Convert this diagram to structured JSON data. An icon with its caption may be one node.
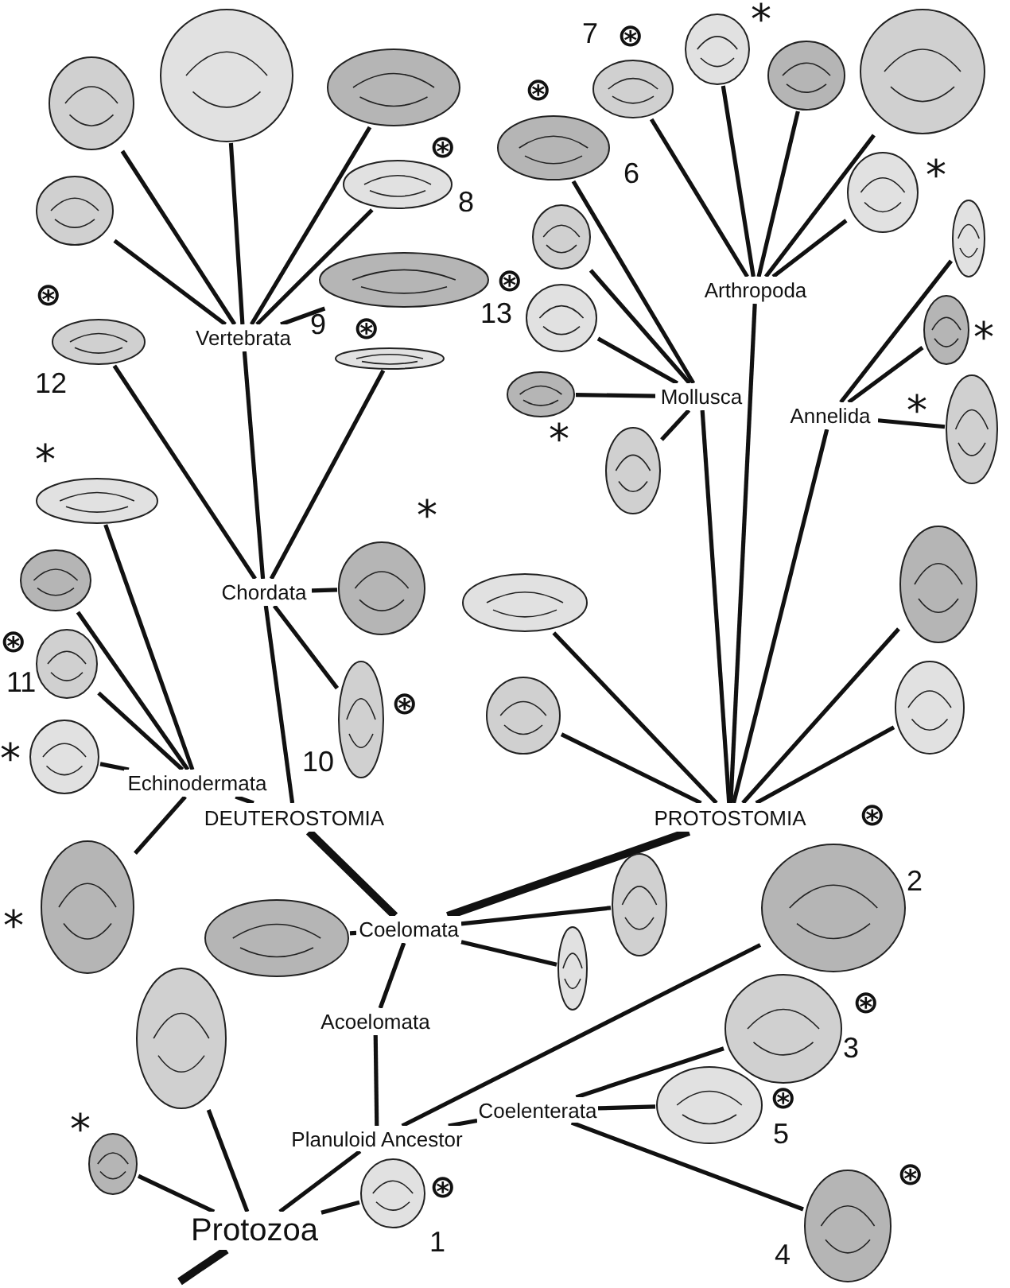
{
  "diagram": {
    "nodes": [
      {
        "text": [
          "Protozoa"
        ]
      },
      {
        "text": [
          "Planuloid Ancestor"
        ]
      },
      {
        "text": [
          "Coelenterata"
        ]
      },
      {
        "text": [
          "Acoelomata"
        ]
      },
      {
        "text": [
          "Coelomata"
        ]
      },
      {
        "text": [
          "DEUTEROSTOMIA"
        ]
      },
      {
        "text": [
          "PROTOSTOMIA"
        ]
      },
      {
        "text": [
          "Echinodermata"
        ]
      },
      {
        "text": [
          "Chordata"
        ]
      },
      {
        "text": [
          "Vertebrata"
        ]
      },
      {
        "text": [
          "Arthropoda"
        ]
      },
      {
        "text": [
          "Mollusca"
        ]
      },
      {
        "text": [
          "Annelida"
        ]
      },
      {
        "text": [],
        "shape": "picture"
      },
      {
        "text": [],
        "shape": "picture"
      },
      {
        "text": [],
        "shape": "picture"
      },
      {
        "text": [],
        "shape": "picture"
      },
      {
        "text": [],
        "shape": "picture",
        "beside": [
          "⊛",
          "8"
        ]
      },
      {
        "text": [],
        "shape": "picture",
        "beside": [
          "⊛",
          "9"
        ]
      },
      {
        "text": [],
        "shape": "picture",
        "beside": [
          "⊛",
          "12"
        ]
      },
      {
        "text": [],
        "shape": "picture"
      },
      {
        "text": [],
        "shape": "picture",
        "beside": [
          "*"
        ]
      },
      {
        "text": [],
        "shape": "picture",
        "beside": [
          "⊛",
          "10"
        ]
      },
      {
        "text": [],
        "shape": "picture",
        "beside": [
          "*"
        ]
      },
      {
        "text": [],
        "shape": "picture"
      },
      {
        "text": [],
        "shape": "picture",
        "beside": [
          "⊛",
          "11"
        ]
      },
      {
        "text": [],
        "shape": "picture",
        "beside": [
          "*"
        ]
      },
      {
        "text": [],
        "shape": "picture",
        "beside": [
          "*"
        ]
      },
      {
        "text": [],
        "shape": "picture",
        "beside": [
          "7",
          "⊛"
        ]
      },
      {
        "text": [],
        "shape": "picture",
        "beside": [
          "*"
        ]
      },
      {
        "text": [],
        "shape": "picture"
      },
      {
        "text": [],
        "shape": "picture"
      },
      {
        "text": [],
        "shape": "picture",
        "beside": [
          "*"
        ]
      },
      {
        "text": [],
        "shape": "picture",
        "beside": [
          "⊛",
          "6"
        ]
      },
      {
        "text": [],
        "shape": "picture",
        "beside": [
          "⊛",
          "13"
        ]
      },
      {
        "text": [],
        "shape": "picture"
      },
      {
        "text": [],
        "shape": "picture",
        "beside": [
          "*"
        ]
      },
      {
        "text": [],
        "shape": "picture"
      },
      {
        "text": [],
        "shape": "picture"
      },
      {
        "text": [],
        "shape": "picture",
        "beside": [
          "*"
        ]
      },
      {
        "text": [],
        "shape": "picture",
        "beside": [
          "*"
        ]
      },
      {
        "text": [],
        "shape": "picture"
      },
      {
        "text": [],
        "shape": "picture"
      },
      {
        "text": [],
        "shape": "picture"
      },
      {
        "text": [],
        "shape": "picture"
      },
      {
        "text": [],
        "shape": "picture"
      },
      {
        "text": [],
        "shape": "picture"
      },
      {
        "text": [],
        "shape": "picture"
      },
      {
        "text": [],
        "shape": "picture",
        "beside": [
          "⊛",
          "2"
        ]
      },
      {
        "text": [],
        "shape": "picture",
        "beside": [
          "⊛",
          "3"
        ]
      },
      {
        "text": [],
        "shape": "picture",
        "beside": [
          "⊛",
          "5"
        ]
      },
      {
        "text": [],
        "shape": "picture",
        "beside": [
          "⊛",
          "4"
        ]
      },
      {
        "text": [],
        "shape": "picture"
      },
      {
        "text": [],
        "shape": "picture",
        "beside": [
          "⊛",
          "1"
        ]
      },
      {
        "text": [],
        "shape": "picture",
        "beside": [
          "*"
        ]
      }
    ],
    "edges": [
      {
        "from": null,
        "to": 0,
        "arrow": "none",
        "style": "thick"
      },
      {
        "from": 0,
        "to": 1,
        "arrow": "none"
      },
      {
        "from": 0,
        "to": 54,
        "arrow": "none"
      },
      {
        "from": 0,
        "to": 53,
        "arrow": "none"
      },
      {
        "from": 0,
        "to": 52,
        "arrow": "none"
      },
      {
        "from": 1,
        "to": 2,
        "arrow": "none"
      },
      {
        "from": 1,
        "to": 48,
        "arrow": "none"
      },
      {
        "from": 2,
        "to": 49,
        "arrow": "none"
      },
      {
        "from": 2,
        "to": 50,
        "arrow": "none"
      },
      {
        "from": 2,
        "to": 51,
        "arrow": "none"
      },
      {
        "from": 1,
        "to": 3,
        "arrow": "none"
      },
      {
        "from": 3,
        "to": 4,
        "arrow": "none"
      },
      {
        "from": 4,
        "to": 45,
        "arrow": "none"
      },
      {
        "from": 4,
        "to": 46,
        "arrow": "none"
      },
      {
        "from": 4,
        "to": 47,
        "arrow": "none"
      },
      {
        "from": 4,
        "to": 5,
        "arrow": "none",
        "style": "thick"
      },
      {
        "from": 4,
        "to": 6,
        "arrow": "none",
        "style": "thick"
      },
      {
        "from": 5,
        "to": 7,
        "arrow": "none"
      },
      {
        "from": 5,
        "to": 8,
        "arrow": "none"
      },
      {
        "from": 7,
        "to": 23,
        "arrow": "none"
      },
      {
        "from": 7,
        "to": 24,
        "arrow": "none"
      },
      {
        "from": 7,
        "to": 25,
        "arrow": "none"
      },
      {
        "from": 7,
        "to": 26,
        "arrow": "none"
      },
      {
        "from": 7,
        "to": 27,
        "arrow": "none"
      },
      {
        "from": 8,
        "to": 22,
        "arrow": "none"
      },
      {
        "from": 8,
        "to": 21,
        "arrow": "none"
      },
      {
        "from": 8,
        "to": 19,
        "arrow": "none"
      },
      {
        "from": 8,
        "to": 20,
        "arrow": "none"
      },
      {
        "from": 8,
        "to": 9,
        "arrow": "none"
      },
      {
        "from": 9,
        "to": 13,
        "arrow": "none"
      },
      {
        "from": 9,
        "to": 14,
        "arrow": "none"
      },
      {
        "from": 9,
        "to": 15,
        "arrow": "none"
      },
      {
        "from": 9,
        "to": 16,
        "arrow": "none"
      },
      {
        "from": 9,
        "to": 17,
        "arrow": "none"
      },
      {
        "from": 9,
        "to": 18,
        "arrow": "none"
      },
      {
        "from": 6,
        "to": 43,
        "arrow": "none"
      },
      {
        "from": 6,
        "to": 44,
        "arrow": "none"
      },
      {
        "from": 6,
        "to": 41,
        "arrow": "none"
      },
      {
        "from": 6,
        "to": 42,
        "arrow": "none"
      },
      {
        "from": 6,
        "to": 12,
        "arrow": "none"
      },
      {
        "from": 6,
        "to": 11,
        "arrow": "none"
      },
      {
        "from": 6,
        "to": 10,
        "arrow": "none"
      },
      {
        "from": 10,
        "to": 28,
        "arrow": "none"
      },
      {
        "from": 10,
        "to": 29,
        "arrow": "none"
      },
      {
        "from": 10,
        "to": 30,
        "arrow": "none"
      },
      {
        "from": 10,
        "to": 31,
        "arrow": "none"
      },
      {
        "from": 10,
        "to": 32,
        "arrow": "none"
      },
      {
        "from": 11,
        "to": 33,
        "arrow": "none"
      },
      {
        "from": 11,
        "to": 34,
        "arrow": "none"
      },
      {
        "from": 11,
        "to": 35,
        "arrow": "none"
      },
      {
        "from": 11,
        "to": 36,
        "arrow": "none"
      },
      {
        "from": 11,
        "to": 37,
        "arrow": "none"
      },
      {
        "from": 12,
        "to": 38,
        "arrow": "none"
      },
      {
        "from": 12,
        "to": 39,
        "arrow": "none"
      },
      {
        "from": 12,
        "to": 40,
        "arrow": "none"
      }
    ]
  }
}
